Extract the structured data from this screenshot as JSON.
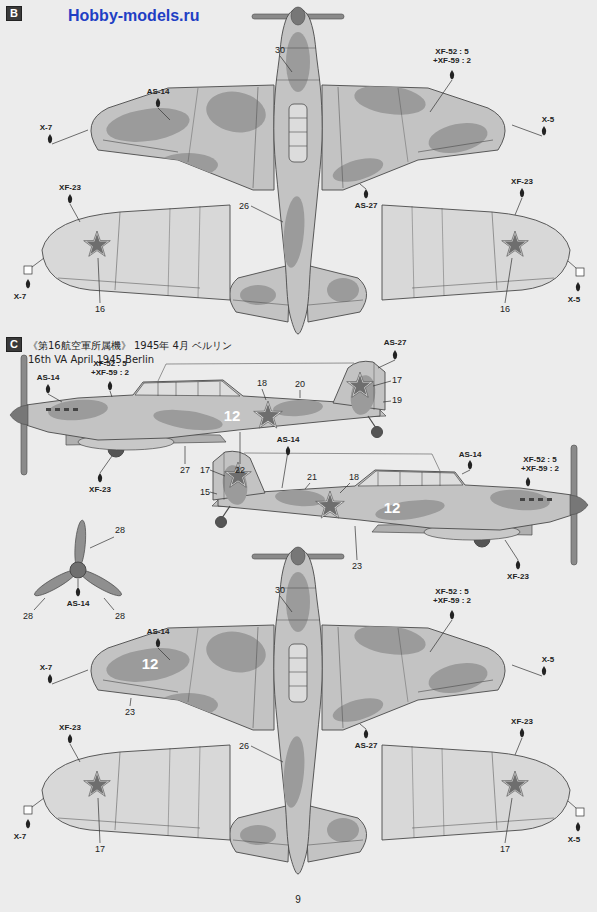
{
  "diagram": {
    "nodes": [
      {
        "text": [
          "B"
        ]
      },
      {
        "text": [
          "C"
        ]
      }
    ],
    "labels": [
      "Hobby-models.ru",
      "30",
      "AS-14",
      "XF-52 : 5 +XF-59 : 2",
      "X-7",
      "X-5",
      "26",
      "AS-27",
      "XF-23",
      "XF-23",
      "16",
      "16",
      "X-7",
      "X-5",
      "《第16航空軍所属機》 1945年 4月 ベルリン",
      "16th VA April 1945 Berlin",
      "AS-27",
      "17",
      "18",
      "20",
      "19",
      "AS-14",
      "XF-52 : 5 +XF-59 : 2",
      "12",
      "XF-23",
      "27",
      "22",
      "AS-14",
      "17",
      "15",
      "21",
      "18",
      "AS-14",
      "XF-52 : 5 +XF-59 : 2",
      "12",
      "23",
      "XF-23",
      "28",
      "28",
      "AS-14",
      "28",
      "30",
      "AS-14",
      "XF-52 : 5 +XF-59 : 2",
      "X-7",
      "X-5",
      "12",
      "23",
      "26",
      "AS-27",
      "XF-23",
      "XF-23",
      "17",
      "17",
      "X-7",
      "X-5",
      "9"
    ]
  }
}
